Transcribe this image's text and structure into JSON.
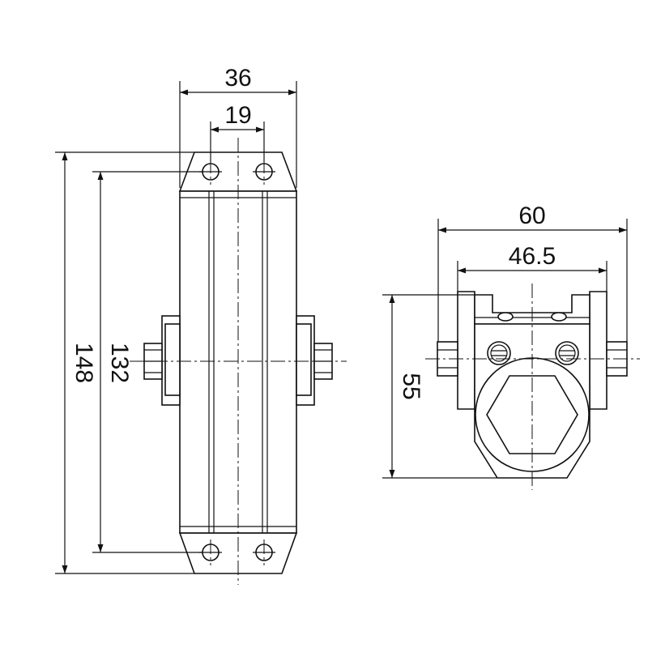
{
  "dimensions": {
    "width_front": "36",
    "bolt_spacing": "19",
    "overall_length": "148",
    "hole_spacing": "132",
    "width_side": "60",
    "inner_width_side": "46.5",
    "height_side": "55"
  }
}
